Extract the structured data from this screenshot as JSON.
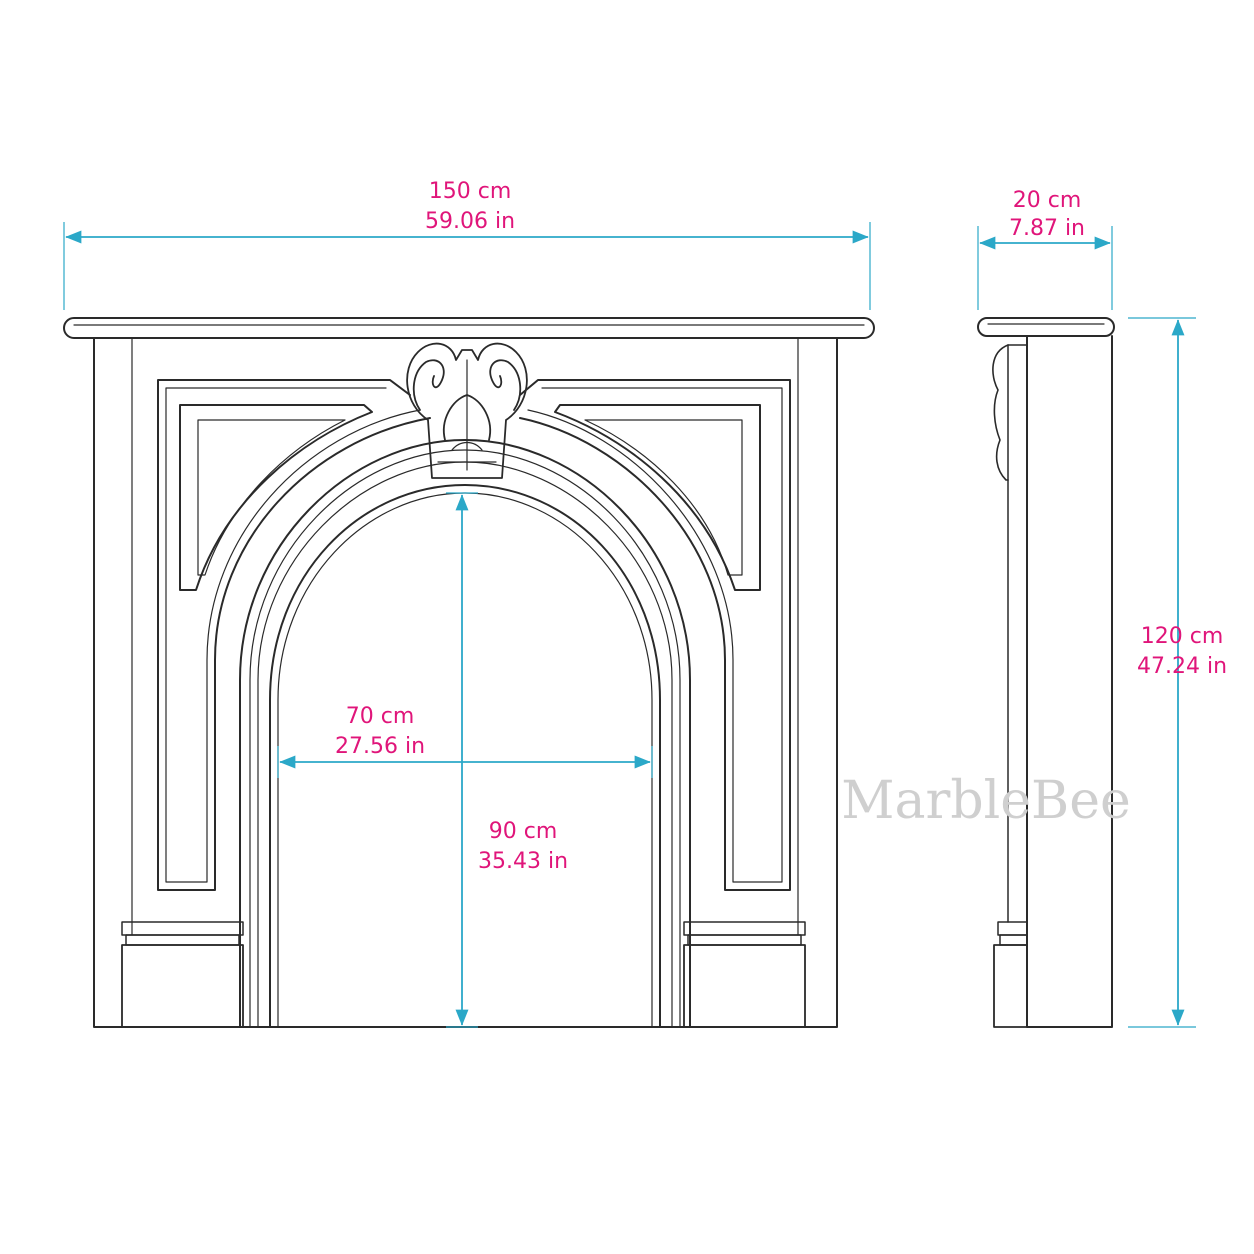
{
  "colors": {
    "line": "#2a2a2a",
    "dimension_line": "#2ba8c8",
    "dimension_text": "#e0157a",
    "watermark": "#cfcfcf"
  },
  "dimensions": {
    "overall_width": {
      "cm": "150 cm",
      "in": "59.06 in"
    },
    "depth": {
      "cm": "20 cm",
      "in": "7.87 in"
    },
    "overall_height": {
      "cm": "120 cm",
      "in": "47.24 in"
    },
    "opening_width": {
      "cm": "70 cm",
      "in": "27.56 in"
    },
    "opening_height": {
      "cm": "90 cm",
      "in": "35.43 in"
    }
  },
  "watermark": "MarbleBee",
  "views": {
    "front": "front-elevation",
    "side": "side-elevation"
  }
}
